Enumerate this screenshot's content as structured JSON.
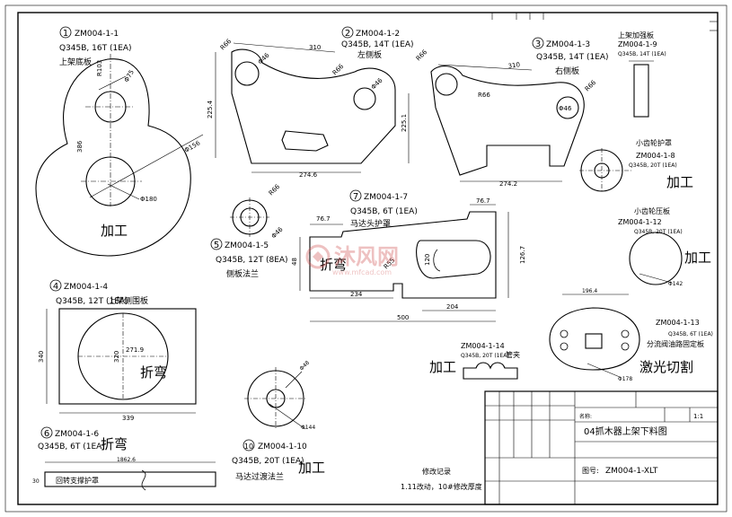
{
  "parts": {
    "p1": {
      "num": "1",
      "code": "ZM004-1-1",
      "spec": "Q345B, 16T (1EA)",
      "name": "上架底板",
      "dims": [
        "R103",
        "Φ75",
        "386",
        "Φ156",
        "Φ180"
      ],
      "note": "加工"
    },
    "p2": {
      "num": "2",
      "code": "ZM004-1-2",
      "spec": "Q345B, 14T (1EA)",
      "name": "左侧板",
      "dims": [
        "R66",
        "Φ46",
        "310",
        "R66",
        "Φ46",
        "225.4",
        "225.1",
        "274.6"
      ]
    },
    "p3": {
      "num": "3",
      "code": "ZM004-1-3",
      "spec": "Q345B, 14T (1EA)",
      "name": "右侧板",
      "dims": [
        "R66",
        "310",
        "R66",
        "Φ46",
        "R66",
        "274.2"
      ]
    },
    "p5": {
      "num": "5",
      "code": "ZM004-1-5",
      "spec": "Q345B, 12T (8EA)",
      "name": "侧板法兰",
      "dims": [
        "R66",
        "Φ46"
      ]
    },
    "p7": {
      "num": "7",
      "code": "ZM004-1-7",
      "spec": "Q345B, 6T (1EA)",
      "name": "马达头护罩",
      "dims": [
        "76.7",
        "76.7",
        "48",
        "120",
        "126.7",
        "R55",
        "234",
        "204",
        "500"
      ],
      "note": "折弯"
    },
    "p4": {
      "num": "4",
      "code": "ZM004-1-4",
      "spec": "Q345B, 12T (1EA)",
      "name": "上架侧围板",
      "dims": [
        "271.9",
        "320",
        "340",
        "339"
      ],
      "note": "折弯"
    },
    "p6": {
      "num": "6",
      "code": "ZM004-1-6",
      "spec": "Q345B, 6T (1EA)",
      "name": "回转支撑护罩",
      "dims": [
        "1862.6",
        "30"
      ],
      "note": "折弯"
    },
    "p10": {
      "num": "10",
      "code": "ZM004-1-10",
      "spec": "Q345B, 20T (1EA)",
      "name": "马达过渡法兰",
      "dims": [
        "Φ48",
        "Φ144"
      ],
      "note": "加工"
    },
    "p8": {
      "num": "8",
      "code": "ZM004-1-8",
      "spec": "Q345B, 20T (1EA)",
      "name": "小齿轮护罩",
      "note": "加工"
    },
    "p9": {
      "code": "ZM004-1-9",
      "spec": "Q345B, 14T (1EA)",
      "name": "上架加强板"
    },
    "p12": {
      "code": "ZM004-1-12",
      "spec": "Q345B, 20T (1EA)",
      "name": "小齿轮压板",
      "dims": [
        "Φ142"
      ],
      "note": "加工"
    },
    "p13": {
      "code": "ZM004-1-13",
      "spec": "Q345B, 6T (1EA)",
      "name": "分流阀油路固定板",
      "dims": [
        "196.4",
        "Φ178"
      ],
      "note": "激光切割"
    },
    "p14": {
      "code": "ZM004-1-14",
      "spec": "Q345B, 20T (1EA)",
      "name": "管夹",
      "note": "加工"
    }
  },
  "revision": {
    "title": "修改记录",
    "line": "1.11改动，10#修改厚度"
  },
  "title_block": {
    "drawing_name": "04抓木器上架下料图",
    "drawing_no_label": "图号:",
    "drawing_no": "ZM004-1-XLT",
    "scale": "1:1",
    "name_label": "名称:"
  },
  "watermark": {
    "text": "沐风网",
    "url": "www.mfcad.com"
  }
}
